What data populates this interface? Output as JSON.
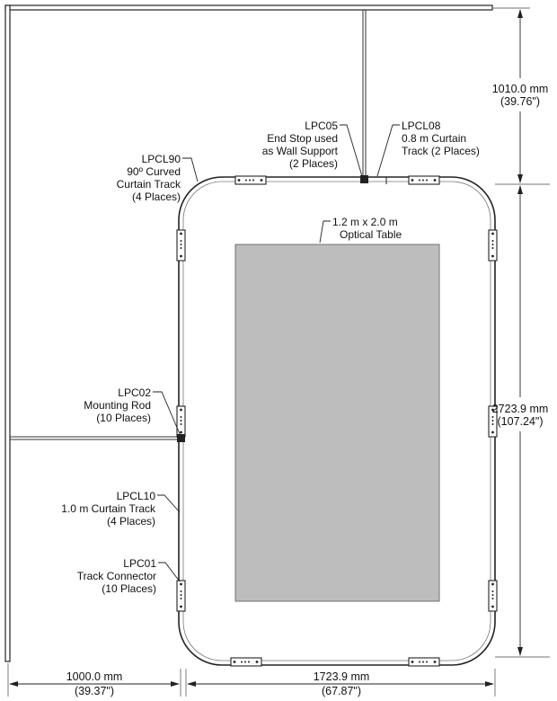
{
  "table": {
    "label_line1": "1.2 m x 2.0 m",
    "label_line2": "Optical Table",
    "fill": "#bdbdbd"
  },
  "callouts": {
    "lpcl90": [
      "LPCL90",
      "90º Curved",
      "Curtain Track",
      "(4 Places)"
    ],
    "lpc05": [
      "LPC05",
      "End Stop used",
      "as Wall Support",
      "(2 Places)"
    ],
    "lpcl08": [
      "LPCL08",
      "0.8 m Curtain",
      "Track (2 Places)"
    ],
    "lpc02": [
      "LPC02",
      "Mounting Rod",
      "(10 Places)"
    ],
    "lpcl10": [
      "LPCL10",
      "1.0 m Curtain Track",
      "(4 Places)"
    ],
    "lpc01": [
      "LPC01",
      "Track Connector",
      "(10 Places)"
    ]
  },
  "dimensions": {
    "top_right": [
      "1010.0 mm",
      "(39.76\")"
    ],
    "right": [
      "2723.9 mm",
      "(107.24\")"
    ],
    "bottom_left": [
      "1000.0 mm",
      "(39.37\")"
    ],
    "bottom_center": [
      "1723.9 mm",
      "(67.87\")"
    ]
  }
}
